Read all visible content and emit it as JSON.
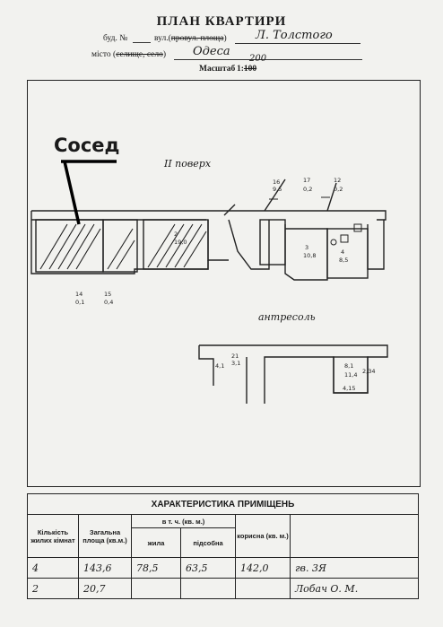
{
  "header": {
    "title": "ПЛАН КВАРТИРИ",
    "building_label": "буд. №",
    "street_label_plain": "вул.(",
    "street_label_struck": "провул. площа",
    "street_label_end": ")",
    "street_value": "Л. Толстого",
    "city_label_plain": "місто (",
    "city_label_struck": "селище, село",
    "city_label_end": ")",
    "city_value": "Одеса",
    "scale_label": "Масштаб",
    "scale_value": "1:",
    "scale_struck": "100",
    "scale_handwritten": "200"
  },
  "annotation": {
    "label": "Сосед"
  },
  "plan": {
    "floor_upper_label": "II поверх",
    "floor_mezz_label": "антресоль",
    "upper_labels": [
      "16",
      "9,5",
      "17",
      "0,2",
      "12",
      "0,2",
      "14",
      "0,1",
      "15",
      "0,4",
      "2",
      "19,0",
      "3",
      "10,8",
      "4",
      "8,5"
    ],
    "mezz_labels": [
      "21",
      "3,1",
      "4,1",
      "8,1",
      "11,4",
      "2,34",
      "4,15"
    ]
  },
  "table": {
    "caption": "ХАРАКТЕРИСТИКА ПРИМІЩЕНЬ",
    "col_rooms": "Кількість жилих кімнат",
    "col_total": "Загальна площа (кв.м.)",
    "col_group": "в т. ч. (кв. м.)",
    "col_living": "жила",
    "col_aux": "підсобна",
    "col_useful": "корисна (кв. м.)",
    "rows": [
      {
        "rooms": "4",
        "total": "143,6",
        "living": "78,5",
        "aux": "63,5",
        "useful": "142,0",
        "note": "гв. 3Я"
      },
      {
        "rooms": "2",
        "total": "20,7",
        "living": "",
        "aux": "",
        "useful": "",
        "note": "Лобач О. М."
      }
    ]
  }
}
